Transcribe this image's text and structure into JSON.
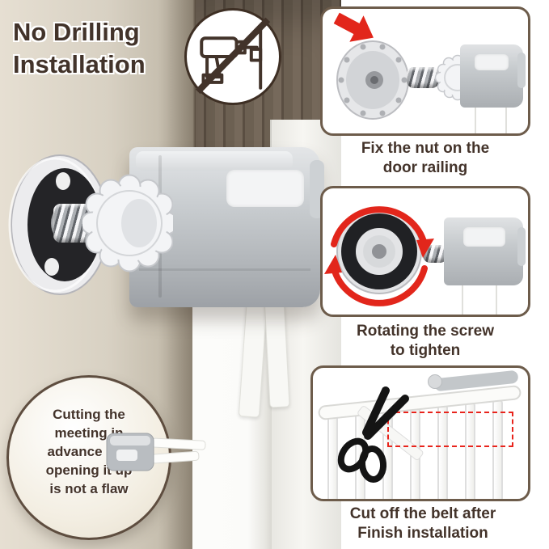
{
  "title": {
    "line1": "No Drilling",
    "line2": "Installation"
  },
  "badge": {
    "icon": "no-drilling-icon"
  },
  "steps": [
    {
      "line1": "Fix the nut on the",
      "line2": "door railing"
    },
    {
      "line1": "Rotating the screw",
      "line2": "to tighten"
    },
    {
      "line1": "Cut off the belt after",
      "line2": "Finish installation"
    }
  ],
  "note": {
    "lines": [
      "Cutting the",
      "meeting in",
      "advance and",
      "opening it up",
      "is not a flaw"
    ]
  },
  "colors": {
    "text_brown": "#43332a",
    "panel_border": "#6d5c4b",
    "accent_red": "#e2261b",
    "wall_beige": "#d8d1c3",
    "slat_brown": "#6b5f51",
    "bracket_gray": "#b7bbbf"
  }
}
